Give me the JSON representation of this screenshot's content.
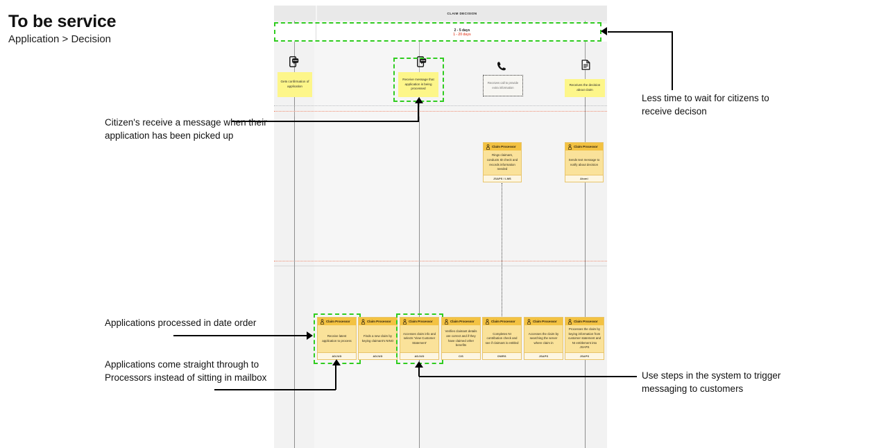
{
  "header": {
    "title": "To be service",
    "subtitle": "Application > Decision"
  },
  "board": {
    "column_header": "CLAIM DECISION",
    "duration": {
      "new": "2 - 5 days",
      "old": "1 - 20 days"
    },
    "touchpoints": [
      {
        "icon": "mobile-message-icon",
        "note": "Gets confirmation of application",
        "highlighted": false
      },
      {
        "icon": "mobile-message-icon",
        "note": "Receive message that application is being processed",
        "highlighted": true
      },
      {
        "icon": "phone-icon",
        "note": "Receives call to provide extra information",
        "highlighted": false,
        "style": "dotted"
      },
      {
        "icon": "document-icon",
        "note": "Receives the decision about claim",
        "highlighted": false
      }
    ],
    "backstage_cards": [
      {
        "role": "Claim Processor",
        "body": "Rings claimant, conducts ID check and records information needed",
        "system": "JSAPS / LMS"
      },
      {
        "role": "Claim Processor",
        "body": "Sends text message to notify about decision",
        "system": "Atomi"
      }
    ],
    "process_cards": [
      {
        "role": "Claim Processor",
        "body": "Receive latest application to process",
        "system": "ADJUD",
        "highlighted": true
      },
      {
        "role": "Claim Processor",
        "body": "Finds a new claim by keying claimant's NINO",
        "system": "ADJUD",
        "highlighted": false
      },
      {
        "role": "Claim Processor",
        "body": "Accesses claim info and selects 'View Customer Statement'",
        "system": "ADJUD",
        "highlighted": true
      },
      {
        "role": "Claim Processor",
        "body": "Verifies claimant details are correct and if they have claimed other benefits",
        "system": "CIS",
        "highlighted": false
      },
      {
        "role": "Claim Processor",
        "body": "Completes NI contribution check and see if claimant is entitled",
        "system": "DWRS",
        "highlighted": false
      },
      {
        "role": "Claim Processor",
        "body": "Accesses the claim by searching the server where claim in",
        "system": "JSAPS",
        "highlighted": false
      },
      {
        "role": "Claim Processor",
        "body": "Processes the claim by keying information from customer statement and NI entitlement into JSAPS",
        "system": "JSAPS",
        "highlighted": false
      }
    ]
  },
  "annotations": [
    {
      "id": "ann-less-time",
      "text": "Less time to wait for citizens to receive decison"
    },
    {
      "id": "ann-citizens-message",
      "text": "Citizen's receive a message when their application has been picked up"
    },
    {
      "id": "ann-date-order",
      "text": "Applications processed in date order"
    },
    {
      "id": "ann-straight-through",
      "text": "Applications come straight through to Processors instead of sitting in mailbox"
    },
    {
      "id": "ann-trigger-messaging",
      "text": "Use steps in the system to trigger messaging to customers"
    }
  ],
  "colors": {
    "highlight_green": "#2fcc1f",
    "duration_old": "#e8604c",
    "note_yellow": "#fdf68a",
    "card_body": "#fae29a",
    "card_head": "#f3c242",
    "divider_orange": "#f08a6e"
  }
}
